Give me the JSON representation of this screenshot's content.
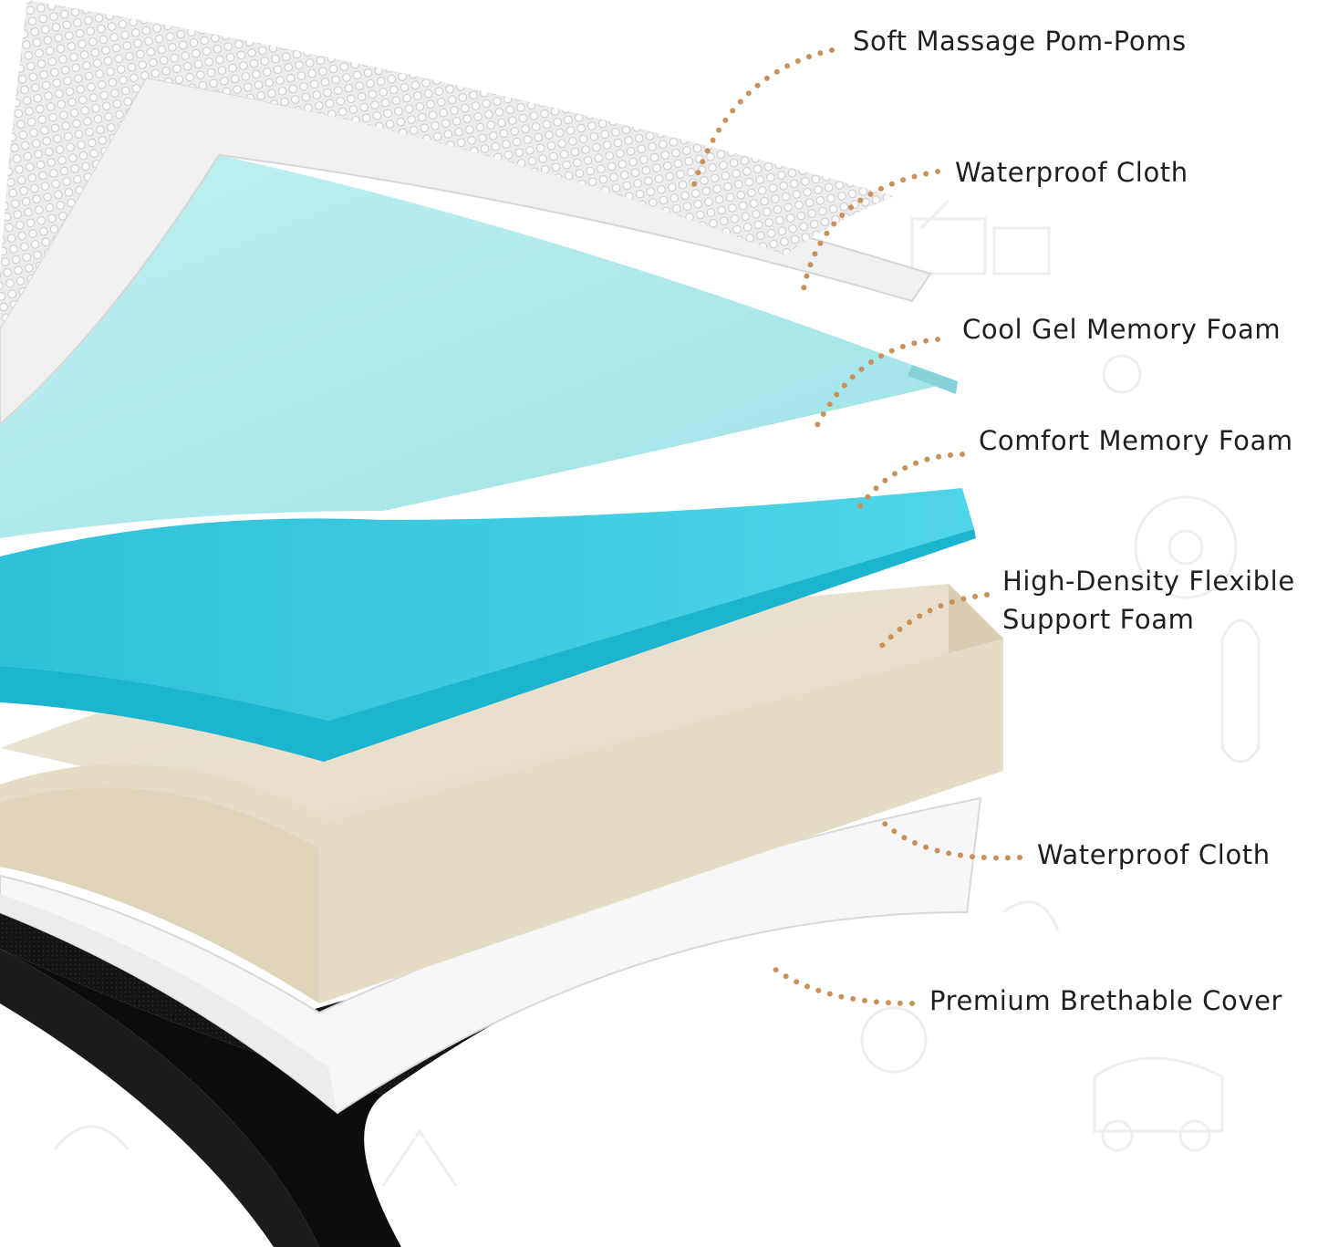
{
  "colors": {
    "leader_dots": "#c9915a",
    "cool_gel_foam": "#aee9ec",
    "comfort_foam": "#3fcbe0",
    "support_foam": "#e8dfcd",
    "waterproof_cloth": "#f2f2f2",
    "cover": "#151515",
    "pom_pom_texture": "#e9e9e9"
  },
  "labels": {
    "soft_massage": "Soft Massage Pom-Poms",
    "waterproof_top": "Waterproof Cloth",
    "cool_gel": "Cool Gel Memory Foam",
    "comfort": "Comfort Memory Foam",
    "support_line1": "High-Density Flexible",
    "support_line2": "Support Foam",
    "waterproof_bottom": "Waterproof Cloth",
    "cover": "Premium Brethable Cover"
  },
  "icons": [
    "pom-pom-texture",
    "feather-logo",
    "background-toy-doodles"
  ]
}
